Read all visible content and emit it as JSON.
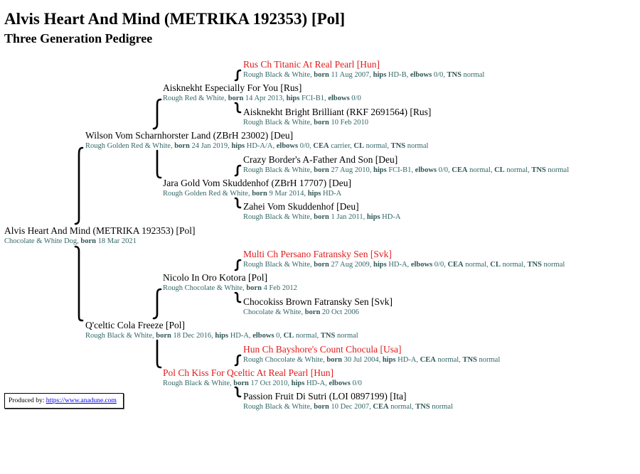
{
  "page": {
    "title": "Alvis Heart And Mind (METRIKA 192353) [Pol]",
    "subtitle": "Three Generation Pedigree"
  },
  "pedigree": {
    "subject": {
      "name": "Alvis Heart And Mind (METRIKA 192353) [Pol]",
      "champion": false,
      "details": [
        {
          "t": "Chocolate & White Dog, "
        },
        {
          "b": "born"
        },
        {
          "t": " 18 Mar 2021"
        }
      ]
    },
    "sire": {
      "name": "Wilson Vom Scharnhorster Land (ZBrH 23002) [Deu]",
      "champion": false,
      "details": [
        {
          "t": "Rough Golden Red & White, "
        },
        {
          "b": "born"
        },
        {
          "t": " 24 Jan 2019, "
        },
        {
          "b": "hips"
        },
        {
          "t": " HD-A/A, "
        },
        {
          "b": "elbows"
        },
        {
          "t": " 0/0, "
        },
        {
          "b": "CEA"
        },
        {
          "t": " carrier, "
        },
        {
          "b": "CL"
        },
        {
          "t": " normal, "
        },
        {
          "b": "TNS"
        },
        {
          "t": " normal"
        }
      ]
    },
    "sire_sire": {
      "name": "Aisknekht Especially For You [Rus]",
      "champion": false,
      "details": [
        {
          "t": "Rough Red & White, "
        },
        {
          "b": "born"
        },
        {
          "t": " 14 Apr 2013, "
        },
        {
          "b": "hips"
        },
        {
          "t": " FCI-B1, "
        },
        {
          "b": "elbows"
        },
        {
          "t": " 0/0"
        }
      ]
    },
    "sire_sire_sire": {
      "name": "Rus Ch Titanic At Real Pearl [Hun]",
      "champion": true,
      "details": [
        {
          "t": "Rough Black & White, "
        },
        {
          "b": "born"
        },
        {
          "t": " 11 Aug 2007, "
        },
        {
          "b": "hips"
        },
        {
          "t": " HD-B, "
        },
        {
          "b": "elbows"
        },
        {
          "t": " 0/0, "
        },
        {
          "b": "TNS"
        },
        {
          "t": " normal"
        }
      ]
    },
    "sire_sire_dam": {
      "name": "Aisknekht Bright Brilliant (RKF 2691564) [Rus]",
      "champion": false,
      "details": [
        {
          "t": "Rough Black & White, "
        },
        {
          "b": "born"
        },
        {
          "t": " 10 Feb 2010"
        }
      ]
    },
    "sire_dam": {
      "name": "Jara Gold Vom Skuddenhof (ZBrH 17707) [Deu]",
      "champion": false,
      "details": [
        {
          "t": "Rough Golden Red & White, "
        },
        {
          "b": "born"
        },
        {
          "t": " 9 Mar 2014, "
        },
        {
          "b": "hips"
        },
        {
          "t": " HD-A"
        }
      ]
    },
    "sire_dam_sire": {
      "name": "Crazy Border's A-Father And Son [Deu]",
      "champion": false,
      "details": [
        {
          "t": "Rough Black & White, "
        },
        {
          "b": "born"
        },
        {
          "t": " 27 Aug 2010, "
        },
        {
          "b": "hips"
        },
        {
          "t": " FCI-B1, "
        },
        {
          "b": "elbows"
        },
        {
          "t": " 0/0, "
        },
        {
          "b": "CEA"
        },
        {
          "t": " normal, "
        },
        {
          "b": "CL"
        },
        {
          "t": " normal, "
        },
        {
          "b": "TNS"
        },
        {
          "t": " normal"
        }
      ]
    },
    "sire_dam_dam": {
      "name": "Zahei Vom Skuddenhof [Deu]",
      "champion": false,
      "details": [
        {
          "t": "Rough Black & White, "
        },
        {
          "b": "born"
        },
        {
          "t": " 1 Jan 2011, "
        },
        {
          "b": "hips"
        },
        {
          "t": " HD-A"
        }
      ]
    },
    "dam": {
      "name": "Q'celtic Cola Freeze [Pol]",
      "champion": false,
      "details": [
        {
          "t": "Rough Black & White, "
        },
        {
          "b": "born"
        },
        {
          "t": " 18 Dec 2016, "
        },
        {
          "b": "hips"
        },
        {
          "t": " HD-A, "
        },
        {
          "b": "elbows"
        },
        {
          "t": " 0, "
        },
        {
          "b": "CL"
        },
        {
          "t": " normal, "
        },
        {
          "b": "TNS"
        },
        {
          "t": " normal"
        }
      ]
    },
    "dam_sire": {
      "name": "Nicolo In Oro Kotora [Pol]",
      "champion": false,
      "details": [
        {
          "t": "Rough Chocolate & White, "
        },
        {
          "b": "born"
        },
        {
          "t": " 4 Feb 2012"
        }
      ]
    },
    "dam_sire_sire": {
      "name": "Multi Ch Persano Fatransky Sen [Svk]",
      "champion": true,
      "details": [
        {
          "t": "Rough Black & White, "
        },
        {
          "b": "born"
        },
        {
          "t": " 27 Aug 2009, "
        },
        {
          "b": "hips"
        },
        {
          "t": " HD-A, "
        },
        {
          "b": "elbows"
        },
        {
          "t": " 0/0, "
        },
        {
          "b": "CEA"
        },
        {
          "t": " normal, "
        },
        {
          "b": "CL"
        },
        {
          "t": " normal, "
        },
        {
          "b": "TNS"
        },
        {
          "t": " normal"
        }
      ]
    },
    "dam_sire_dam": {
      "name": "Chocokiss Brown Fatransky Sen [Svk]",
      "champion": false,
      "details": [
        {
          "t": "Chocolate & White, "
        },
        {
          "b": "born"
        },
        {
          "t": " 20 Oct 2006"
        }
      ]
    },
    "dam_dam": {
      "name": "Pol Ch Kiss For Qceltic At Real Pearl [Hun]",
      "champion": true,
      "details": [
        {
          "t": "Rough Black & White, "
        },
        {
          "b": "born"
        },
        {
          "t": " 17 Oct 2010, "
        },
        {
          "b": "hips"
        },
        {
          "t": " HD-A, "
        },
        {
          "b": "elbows"
        },
        {
          "t": " 0/0"
        }
      ]
    },
    "dam_dam_sire": {
      "name": "Hun Ch Bayshore's Count Chocula [Usa]",
      "champion": true,
      "details": [
        {
          "t": "Rough Chocolate & White, "
        },
        {
          "b": "born"
        },
        {
          "t": " 30 Jul 2004, "
        },
        {
          "b": "hips"
        },
        {
          "t": " HD-A, "
        },
        {
          "b": "CEA"
        },
        {
          "t": " normal, "
        },
        {
          "b": "TNS"
        },
        {
          "t": " normal"
        }
      ]
    },
    "dam_dam_dam": {
      "name": "Passion Fruit Di Sutri (LOI 0897199) [Ita]",
      "champion": false,
      "details": [
        {
          "t": "Rough Black & White, "
        },
        {
          "b": "born"
        },
        {
          "t": " 10 Dec 2007, "
        },
        {
          "b": "CEA"
        },
        {
          "t": " normal, "
        },
        {
          "b": "TNS"
        },
        {
          "t": " normal"
        }
      ]
    }
  },
  "footer": {
    "produced_label": "Produced by:",
    "produced_link": "https://www.anadune.com"
  },
  "colors": {
    "champion_name": "#e01b1b",
    "details_text": "#336666",
    "link": "#0000ee"
  }
}
